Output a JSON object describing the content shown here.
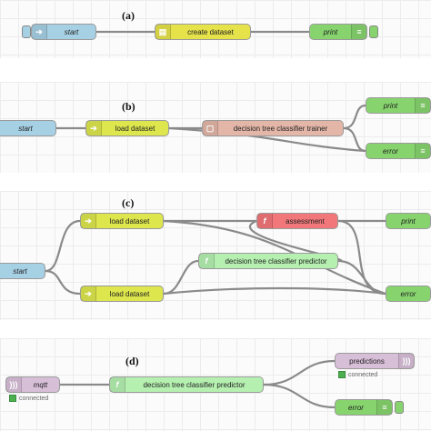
{
  "colors": {
    "inject": "#a6d0e4",
    "function": "#fdd0a2",
    "storage": "#e2d96e",
    "yellow": "#dde64c",
    "debug": "#87d46e",
    "trainer": "#e3b6a8",
    "assessment": "#f2777a",
    "predictor": "#b5f0b0",
    "mqtt": "#d8bfd8"
  },
  "panels": {
    "a": {
      "label": "(a)",
      "nodes": {
        "start": "start",
        "create": "create dataset",
        "print": "print"
      }
    },
    "b": {
      "label": "(b)",
      "nodes": {
        "start": "start",
        "load": "load dataset",
        "trainer": "decision tree classifier trainer",
        "print": "print",
        "error": "error"
      }
    },
    "c": {
      "label": "(c)",
      "nodes": {
        "start": "start",
        "load1": "load dataset",
        "load2": "load dataset",
        "assessment": "assessment",
        "predictor": "decision tree classifier predictor",
        "print": "print",
        "error": "error"
      }
    },
    "d": {
      "label": "(d)",
      "nodes": {
        "mqtt": "mqtt",
        "mqtt_status": "connected",
        "predictor": "decision tree classifier predictor",
        "predictions": "predictions",
        "predictions_status": "connected",
        "error": "error"
      }
    }
  }
}
